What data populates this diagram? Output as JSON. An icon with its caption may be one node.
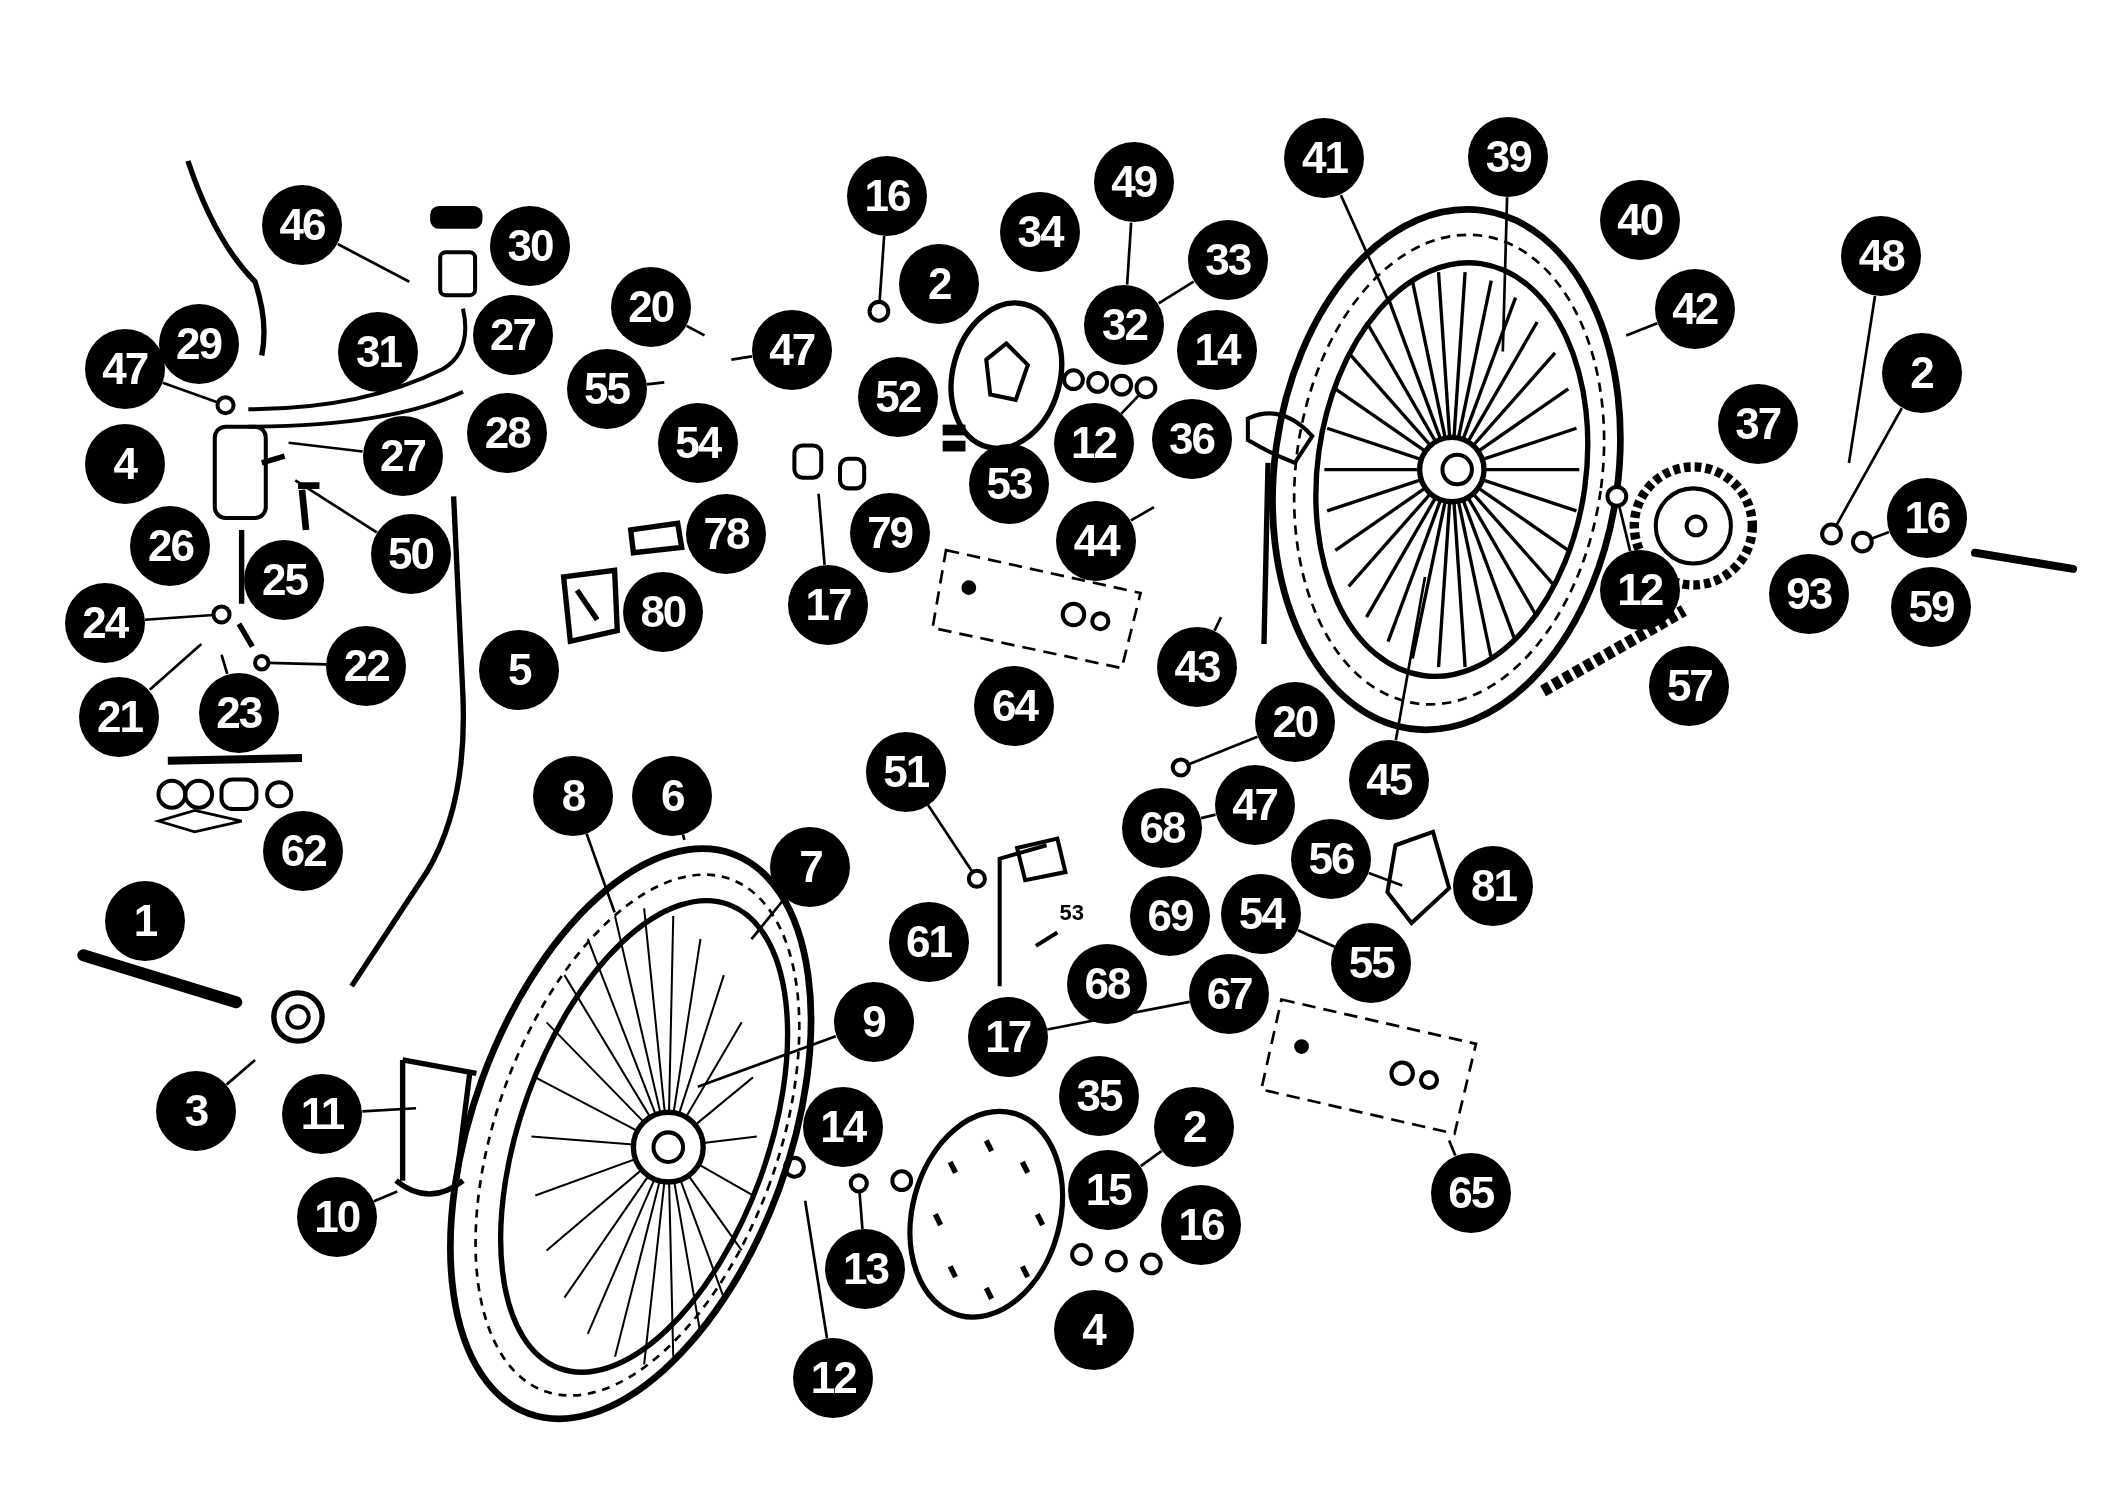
{
  "diagram": {
    "nodes": [
      {
        "text": [
          "46"
        ]
      },
      {
        "text": [
          "30"
        ]
      },
      {
        "text": [
          "29"
        ]
      },
      {
        "text": [
          "31"
        ]
      },
      {
        "text": [
          "27"
        ]
      },
      {
        "text": [
          "20"
        ]
      },
      {
        "text": [
          "47"
        ]
      },
      {
        "text": [
          "47"
        ]
      },
      {
        "text": [
          "55"
        ]
      },
      {
        "text": [
          "54"
        ]
      },
      {
        "text": [
          "28"
        ]
      },
      {
        "text": [
          "4"
        ]
      },
      {
        "text": [
          "27"
        ]
      },
      {
        "text": [
          "26"
        ]
      },
      {
        "text": [
          "25"
        ]
      },
      {
        "text": [
          "50"
        ]
      },
      {
        "text": [
          "24"
        ]
      },
      {
        "text": [
          "22"
        ]
      },
      {
        "text": [
          "21"
        ]
      },
      {
        "text": [
          "23"
        ]
      },
      {
        "text": [
          "62"
        ]
      },
      {
        "text": [
          "1"
        ]
      },
      {
        "text": [
          "3"
        ]
      },
      {
        "text": [
          "11"
        ]
      },
      {
        "text": [
          "10"
        ]
      },
      {
        "text": [
          "8"
        ]
      },
      {
        "text": [
          "6"
        ]
      },
      {
        "text": [
          "7"
        ]
      },
      {
        "text": [
          "9"
        ]
      },
      {
        "text": [
          "78"
        ]
      },
      {
        "text": [
          "80"
        ]
      },
      {
        "text": [
          "5"
        ]
      },
      {
        "text": [
          "16"
        ]
      },
      {
        "text": [
          "2"
        ]
      },
      {
        "text": [
          "34"
        ]
      },
      {
        "text": [
          "49"
        ]
      },
      {
        "text": [
          "33"
        ]
      },
      {
        "text": [
          "32"
        ]
      },
      {
        "text": [
          "14"
        ]
      },
      {
        "text": [
          "52"
        ]
      },
      {
        "text": [
          "12"
        ]
      },
      {
        "text": [
          "36"
        ]
      },
      {
        "text": [
          "53"
        ]
      },
      {
        "text": [
          "79"
        ]
      },
      {
        "text": [
          "17"
        ]
      },
      {
        "text": [
          "44"
        ]
      },
      {
        "text": [
          "64"
        ]
      },
      {
        "text": [
          "43"
        ]
      },
      {
        "text": [
          "41"
        ]
      },
      {
        "text": [
          "39"
        ]
      },
      {
        "text": [
          "40"
        ]
      },
      {
        "text": [
          "42"
        ]
      },
      {
        "text": [
          "48"
        ]
      },
      {
        "text": [
          "2"
        ]
      },
      {
        "text": [
          "37"
        ]
      },
      {
        "text": [
          "16"
        ]
      },
      {
        "text": [
          "12"
        ]
      },
      {
        "text": [
          "93"
        ]
      },
      {
        "text": [
          "59"
        ]
      },
      {
        "text": [
          "57"
        ]
      },
      {
        "text": [
          "20"
        ]
      },
      {
        "text": [
          "45"
        ]
      },
      {
        "text": [
          "51"
        ]
      },
      {
        "text": [
          "47"
        ]
      },
      {
        "text": [
          "68"
        ]
      },
      {
        "text": [
          "56"
        ]
      },
      {
        "text": [
          "81"
        ]
      },
      {
        "text": [
          "69"
        ]
      },
      {
        "text": [
          "54"
        ]
      },
      {
        "text": [
          "55"
        ]
      },
      {
        "text": [
          "61"
        ]
      },
      {
        "text": [
          "68"
        ]
      },
      {
        "text": [
          "67"
        ]
      },
      {
        "text": [
          "17"
        ]
      },
      {
        "text": [
          "35"
        ]
      },
      {
        "text": [
          "2"
        ]
      },
      {
        "text": [
          "15"
        ]
      },
      {
        "text": [
          "16"
        ]
      },
      {
        "text": [
          "65"
        ]
      },
      {
        "text": [
          "14"
        ]
      },
      {
        "text": [
          "13"
        ]
      },
      {
        "text": [
          "12"
        ]
      },
      {
        "text": [
          "4"
        ]
      },
      {
        "text": [],
        "shape": "circle"
      },
      {
        "text": [],
        "shape": "circle"
      },
      {
        "text": [],
        "shape": "circle"
      },
      {
        "text": [],
        "shape": "circle"
      },
      {
        "text": [],
        "shape": "circle"
      },
      {
        "text": [],
        "shape": "circle"
      },
      {
        "text": [],
        "shape": "circle"
      },
      {
        "text": [],
        "shape": "circle"
      },
      {
        "text": [],
        "shape": "circle"
      },
      {
        "text": [],
        "shape": "circle"
      },
      {
        "text": [],
        "shape": "circle"
      }
    ],
    "edges": [
      {
        "from": 0,
        "to": null,
        "arrow": "none"
      },
      {
        "from": 7,
        "to": 83,
        "arrow": "none"
      },
      {
        "from": 12,
        "to": null,
        "arrow": "none"
      },
      {
        "from": 15,
        "to": null,
        "arrow": "none"
      },
      {
        "from": 16,
        "to": 84,
        "arrow": "none"
      },
      {
        "from": 17,
        "to": 85,
        "arrow": "none"
      },
      {
        "from": 18,
        "to": null,
        "arrow": "none"
      },
      {
        "from": 19,
        "to": null,
        "arrow": "none"
      },
      {
        "from": 22,
        "to": null,
        "arrow": "none"
      },
      {
        "from": 23,
        "to": null,
        "arrow": "none"
      },
      {
        "from": 24,
        "to": null,
        "arrow": "none"
      },
      {
        "from": 25,
        "to": null,
        "arrow": "none"
      },
      {
        "from": 26,
        "to": null,
        "arrow": "none"
      },
      {
        "from": 27,
        "to": null,
        "arrow": "none"
      },
      {
        "from": 28,
        "to": null,
        "arrow": "none"
      },
      {
        "from": 32,
        "to": 86,
        "arrow": "none"
      },
      {
        "from": 35,
        "to": 37,
        "arrow": "none"
      },
      {
        "from": 36,
        "to": 37,
        "arrow": "none"
      },
      {
        "from": 40,
        "to": 87,
        "arrow": "none"
      },
      {
        "from": 44,
        "to": null,
        "arrow": "none"
      },
      {
        "from": 45,
        "to": null,
        "arrow": "none"
      },
      {
        "from": 47,
        "to": null,
        "arrow": "none"
      },
      {
        "from": 48,
        "to": null,
        "arrow": "none"
      },
      {
        "from": 49,
        "to": null,
        "arrow": "none"
      },
      {
        "from": 51,
        "to": null,
        "arrow": "none"
      },
      {
        "from": 52,
        "to": null,
        "arrow": "none"
      },
      {
        "from": 53,
        "to": 88,
        "arrow": "none"
      },
      {
        "from": 55,
        "to": 89,
        "arrow": "none"
      },
      {
        "from": 56,
        "to": 90,
        "arrow": "none"
      },
      {
        "from": 61,
        "to": null,
        "arrow": "none"
      },
      {
        "from": 60,
        "to": 91,
        "arrow": "none"
      },
      {
        "from": 63,
        "to": 64,
        "arrow": "none"
      },
      {
        "from": 65,
        "to": null,
        "arrow": "none"
      },
      {
        "from": 69,
        "to": 68,
        "arrow": "none"
      },
      {
        "from": 72,
        "to": 73,
        "arrow": "none"
      },
      {
        "from": 62,
        "to": 92,
        "arrow": "none"
      },
      {
        "from": 75,
        "to": 76,
        "arrow": "none"
      },
      {
        "from": 80,
        "to": 93,
        "arrow": "none"
      },
      {
        "from": 81,
        "to": null,
        "arrow": "none"
      },
      {
        "from": 78,
        "to": null,
        "arrow": "none"
      },
      {
        "from": 8,
        "to": null,
        "arrow": "none"
      },
      {
        "from": 6,
        "to": null,
        "arrow": "none"
      },
      {
        "from": 5,
        "to": null,
        "arrow": "none"
      }
    ],
    "labels": [
      "53"
    ]
  }
}
